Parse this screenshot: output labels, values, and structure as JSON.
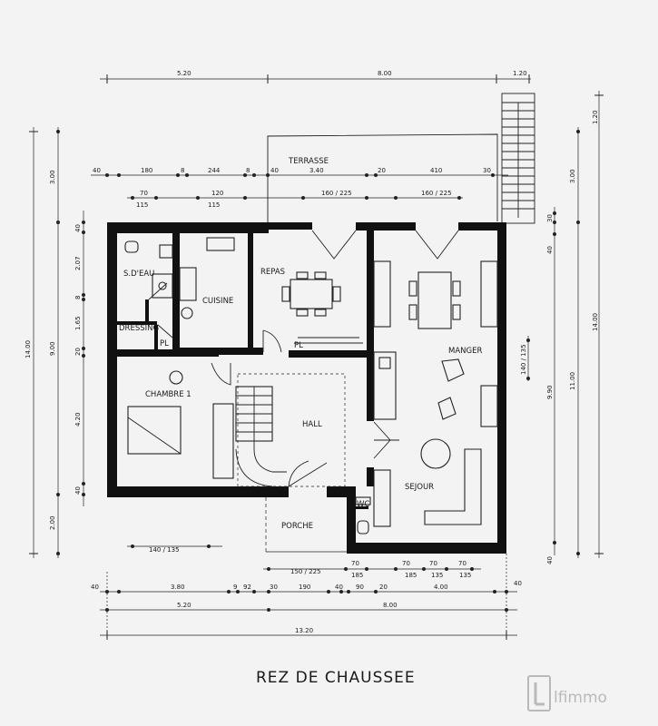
{
  "title": "REZ DE CHAUSSEE",
  "rooms": {
    "terrasse": "TERRASSE",
    "sdeau": "S.D'EAU",
    "cuisine": "CUISINE",
    "repas": "REPAS",
    "dressing": "DRESSING",
    "pl1": "PL",
    "pl2": "PL",
    "chambre": "CHAMBRE 1",
    "hall": "HALL",
    "manger": "MANGER",
    "sejour": "SEJOUR",
    "wc": "WC",
    "porche": "PORCHE"
  },
  "dims": {
    "top_520": "5.20",
    "top_800": "8.00",
    "top_120": "1.20",
    "r2_40a": "40",
    "r2_180": "180",
    "r2_8": "8",
    "r2_244": "244",
    "r2_8b": "8",
    "r2_40b": "40",
    "r2_340": "3.40",
    "r2_20": "20",
    "r2_410": "410",
    "r2_30": "30",
    "r3_70": "70",
    "r3_120": "120",
    "r3_115a": "115",
    "r3_115b": "115",
    "r3_160a": "160 / 225",
    "r3_160b": "160 / 225",
    "l_1400": "14.00",
    "l_300": "3.00",
    "l_900": "9.00",
    "l_200": "2.00",
    "l_40a": "40",
    "l_207": "2.07",
    "l_8": "8",
    "l_165": "1.65",
    "l_20": "20",
    "l_420": "4.20",
    "l_40b": "40",
    "r_120": "1.20",
    "r_300": "3.00",
    "r_30": "30",
    "r_40": "40",
    "r_1400": "14.00",
    "r_1100": "11.00",
    "r_990": "9.90",
    "r_140": "140 / 135",
    "r_40b": "40",
    "b_140": "140 / 135",
    "b_150": "150 / 225",
    "b_70a": "70",
    "b_185": "185",
    "b_70b": "70",
    "b_70c": "70",
    "b_70d": "70",
    "b_185b": "185",
    "b_135a": "135",
    "b_135b": "135",
    "b_40": "40",
    "b_380": "3.80",
    "b_9": "9",
    "b_92": "92",
    "b_30": "30",
    "b_190": "190",
    "b_40b": "40",
    "b_90": "90",
    "b_20": "20",
    "b_400": "4.00",
    "b_40c": "40",
    "b_520": "5.20",
    "b_800": "8.00",
    "b_1320": "13.20"
  },
  "logo": "lfimmo"
}
